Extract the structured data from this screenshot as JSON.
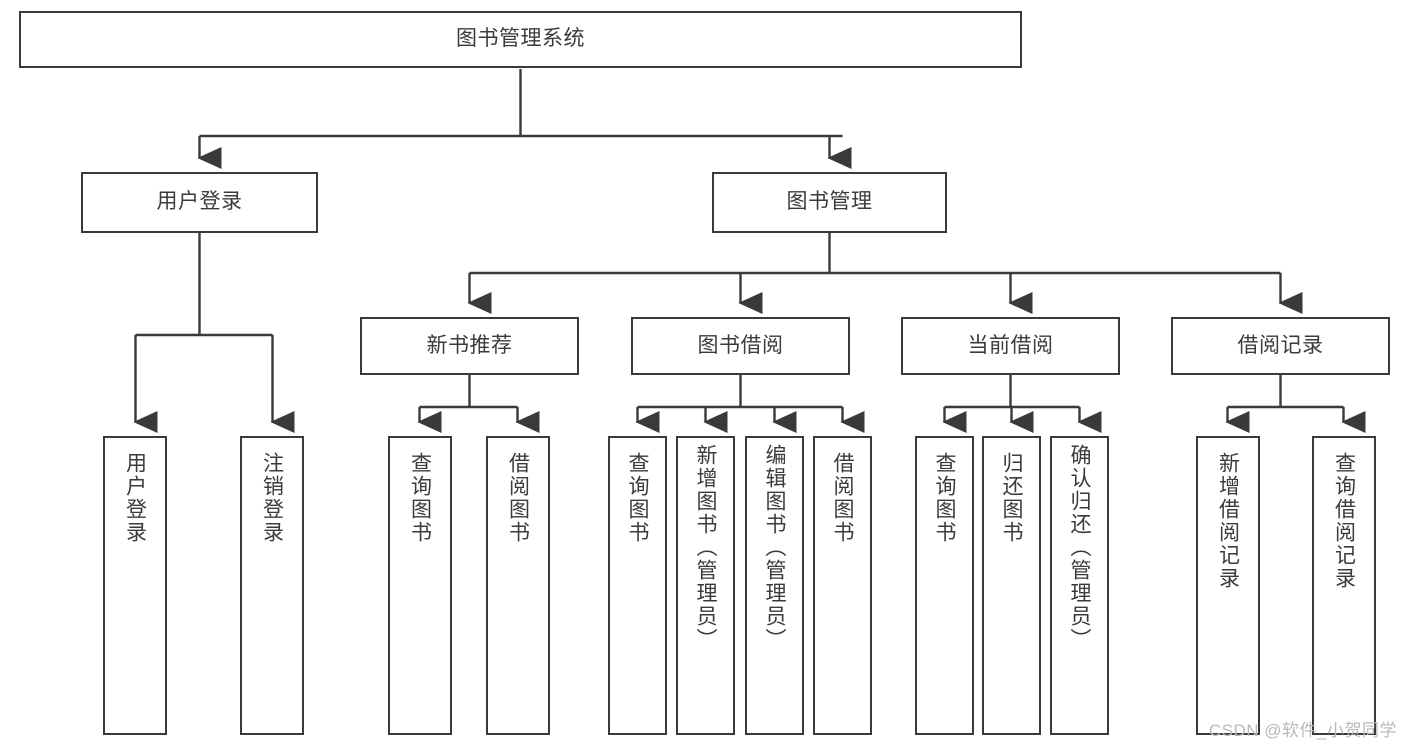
{
  "diagram": {
    "title_node": {
      "label": "图书管理系统"
    },
    "level2": [
      {
        "id": "user-login",
        "label": "用户登录"
      },
      {
        "id": "book-management",
        "label": "图书管理"
      }
    ],
    "level3": [
      {
        "id": "new-book-recommend",
        "label": "新书推荐"
      },
      {
        "id": "book-borrow",
        "label": "图书借阅"
      },
      {
        "id": "current-borrow",
        "label": "当前借阅"
      },
      {
        "id": "borrow-record",
        "label": "借阅记录"
      }
    ],
    "leaves": {
      "user_login": [
        {
          "id": "leaf-user-login",
          "label": "用户登录"
        },
        {
          "id": "leaf-user-logout",
          "label": "注销登录"
        }
      ],
      "new_book_recommend": [
        {
          "id": "leaf-query-book-1",
          "label": "查询图书"
        },
        {
          "id": "leaf-borrow-book-1",
          "label": "借阅图书"
        }
      ],
      "book_borrow": [
        {
          "id": "leaf-query-book-2",
          "label": "查询图书"
        },
        {
          "id": "leaf-add-book",
          "label": "新增图书（管理员）"
        },
        {
          "id": "leaf-edit-book",
          "label": "编辑图书（管理员）"
        },
        {
          "id": "leaf-borrow-book-2",
          "label": "借阅图书"
        }
      ],
      "current_borrow": [
        {
          "id": "leaf-query-book-3",
          "label": "查询图书"
        },
        {
          "id": "leaf-return-book",
          "label": "归还图书"
        },
        {
          "id": "leaf-confirm-return",
          "label": "确认归还（管理员）"
        }
      ],
      "borrow_record": [
        {
          "id": "leaf-add-borrow-record",
          "label": "新增借阅记录"
        },
        {
          "id": "leaf-query-borrow-record",
          "label": "查询借阅记录"
        }
      ]
    }
  },
  "watermark": {
    "text": "CSDN @软件_小贺同学"
  },
  "colors": {
    "stroke": "#3a3a3a",
    "text": "#3b3b3b",
    "background": "#ffffff",
    "watermark": "#b9b9b9"
  }
}
